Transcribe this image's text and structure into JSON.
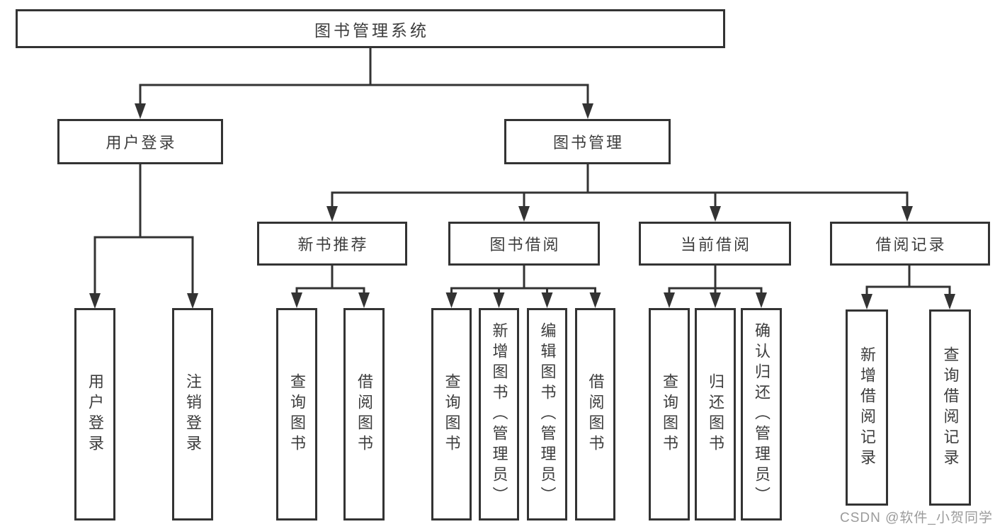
{
  "diagram": {
    "root": {
      "label": "图书管理系统"
    },
    "level2": {
      "user_login": {
        "label": "用户登录"
      },
      "book_management": {
        "label": "图书管理"
      }
    },
    "level3": {
      "new_book_recommend": {
        "label": "新书推荐"
      },
      "book_borrowing": {
        "label": "图书借阅"
      },
      "current_borrowing": {
        "label": "当前借阅"
      },
      "borrowing_records": {
        "label": "借阅记录"
      }
    },
    "leaves": {
      "user_login": {
        "login": "用户登录",
        "logout": "注销登录"
      },
      "new_book_recommend": {
        "query_books": "查询图书",
        "borrow_books": "借阅图书"
      },
      "book_borrowing": {
        "query_books": "查询图书",
        "add_books_admin": "新增图书（管理员）",
        "edit_books_admin": "编辑图书（管理员）",
        "borrow_books": "借阅图书"
      },
      "current_borrowing": {
        "query_books": "查询图书",
        "return_books": "归还图书",
        "confirm_return_admin": "确认归还（管理员）"
      },
      "borrowing_records": {
        "add_borrow_record": "新增借阅记录",
        "query_borrow_record": "查询借阅记录"
      }
    }
  },
  "watermark": {
    "text": "CSDN @软件_小贺同学"
  },
  "colors": {
    "line": "#333333",
    "box_border": "#333333",
    "box_background": "#ffffff",
    "text": "#3d3d3d",
    "watermark_text": "#9b9b9b",
    "page_background": "#ffffff"
  }
}
